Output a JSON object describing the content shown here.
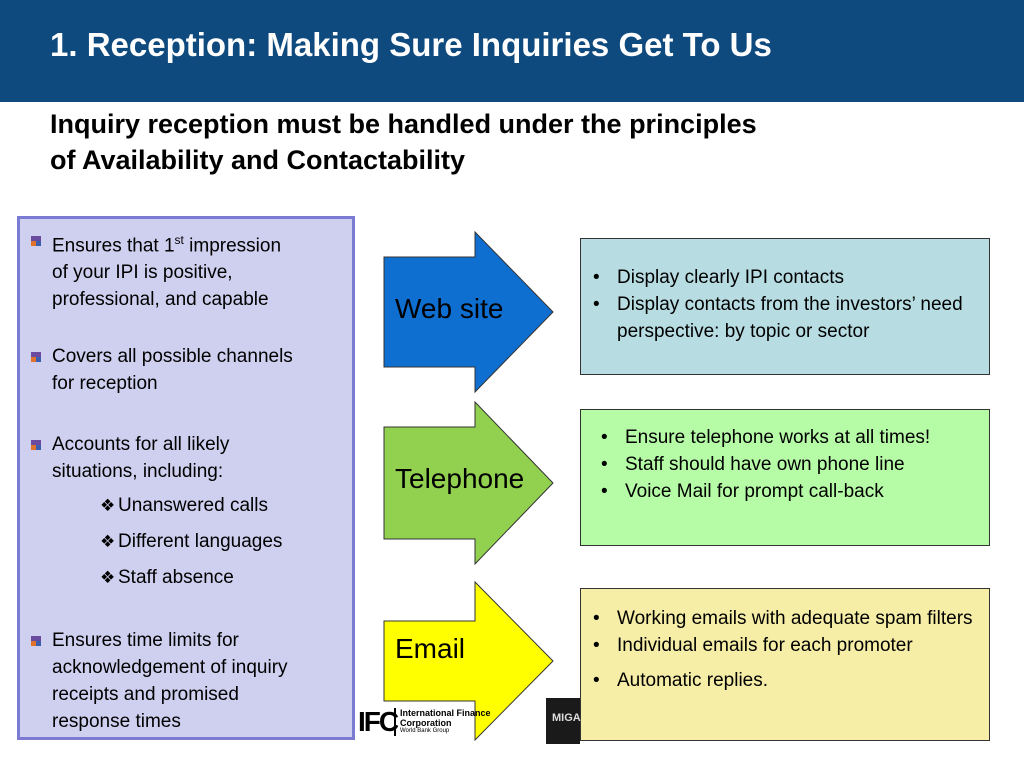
{
  "title": "1. Reception: Making Sure Inquiries Get To Us",
  "subtitle_line1": "Inquiry reception must be handled under the principles",
  "subtitle_line2": "of  Availability and Contactability",
  "left_panel": {
    "item1_pre": "Ensures that 1",
    "item1_sup": "st",
    "item1_post": " impression",
    "item1_line2": "of your IPI is positive,",
    "item1_line3": "professional, and capable",
    "item2_line1": "Covers all possible channels",
    "item2_line2": "for reception",
    "item3_line1": "Accounts for all likely",
    "item3_line2": "situations, including:",
    "sub_items": [
      "Unanswered calls",
      "Different languages",
      "Staff absence"
    ],
    "item4_line1": "Ensures time limits for",
    "item4_line2": "acknowledgement of inquiry",
    "item4_line3": "receipts and promised",
    "item4_line4": "response times"
  },
  "channels": [
    {
      "label": "Web site",
      "color": "#0f6fd0",
      "box_color": "#b7dde3",
      "bullets": [
        "Display clearly IPI contacts",
        "Display contacts from the investors’ need perspective: by topic or sector"
      ]
    },
    {
      "label": "Telephone",
      "color": "#92d050",
      "box_color": "#b6fca6",
      "bullets": [
        "Ensure telephone works at all times!",
        "Staff should have own phone line",
        "Voice Mail for prompt call-back"
      ]
    },
    {
      "label": "Email",
      "color": "#ffff00",
      "box_color": "#f6eea6",
      "bullets": [
        "Working emails with adequate spam filters",
        "Individual emails for each promoter",
        "Automatic replies."
      ]
    }
  ],
  "logos": {
    "ifc_mark": "IFC",
    "ifc_name": "International Finance Corporation",
    "ifc_group": "World Bank Group",
    "miga_mark": "MIGA"
  },
  "colors": {
    "title_bar": "#0e4a7e",
    "left_panel_bg": "#cfcfef",
    "left_panel_border": "#7b7bd4"
  }
}
